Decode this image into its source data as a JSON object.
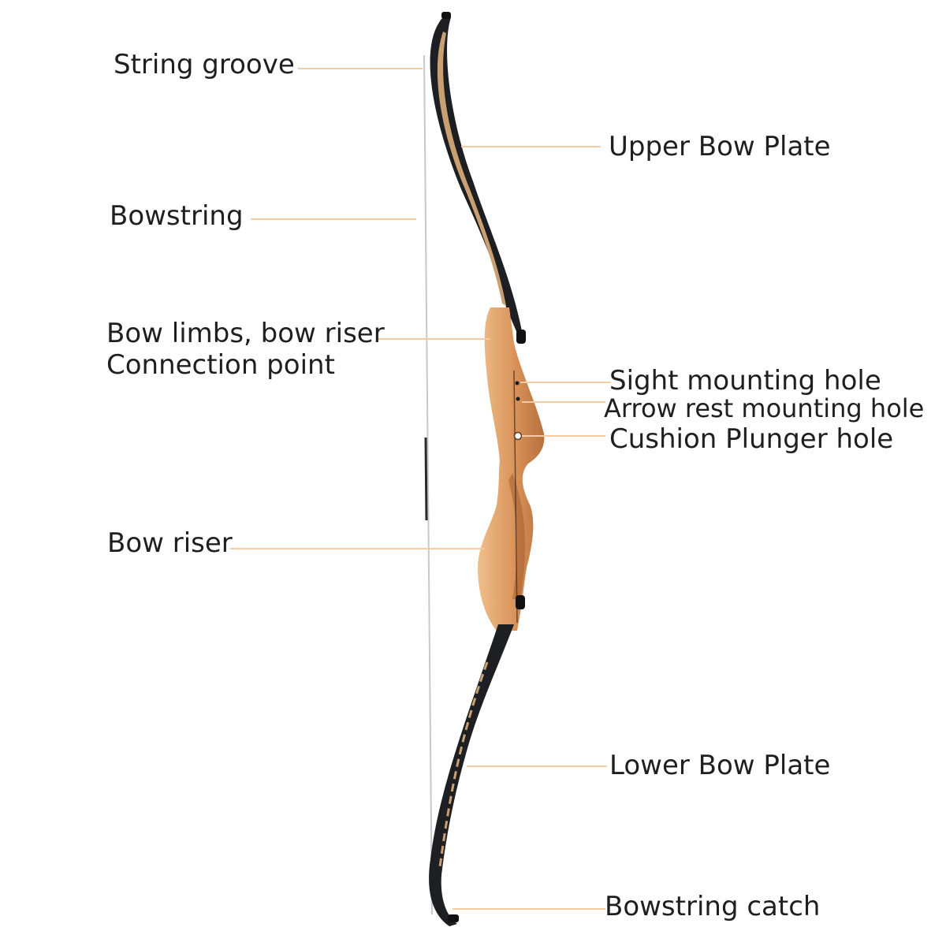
{
  "colors": {
    "background": "#ffffff",
    "leader_line": "#f5cba3",
    "label_text": "#1f1f1f",
    "limb": "#1e1f22",
    "riser_wood": "#d9935a",
    "riser_wood_light": "#f0bf8c",
    "bowstring": "#c9c9c9"
  },
  "labels": {
    "string_groove": "String groove",
    "upper_bow_plate": "Upper Bow Plate",
    "bowstring": "Bowstring",
    "limb_riser_connection_line1": "Bow limbs, bow riser",
    "limb_riser_connection_line2": "Connection point",
    "sight_mounting_hole": "Sight mounting hole",
    "arrow_rest_mounting_hole": "Arrow rest mounting hole",
    "cushion_plunger_hole": "Cushion Plunger hole",
    "bow_riser": "Bow riser",
    "lower_bow_plate": "Lower Bow Plate",
    "bowstring_catch": "Bowstring catch"
  }
}
